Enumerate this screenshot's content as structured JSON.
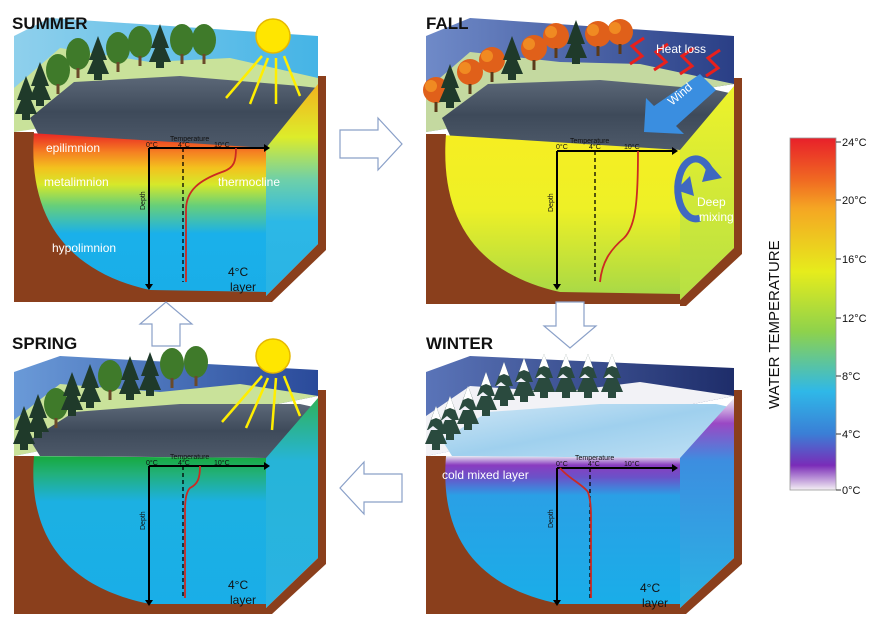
{
  "panels": {
    "summer": {
      "title": "SUMMER",
      "labels": {
        "epilimnion": "epilimnion",
        "metalimnion": "metalimnion",
        "thermocline": "thermocline",
        "hypolimnion": "hypolimnion",
        "layer_temp": "4°C",
        "layer_word": "layer"
      }
    },
    "fall": {
      "title": "FALL",
      "labels": {
        "heat_loss": "Heat loss",
        "wind": "Wind",
        "deep": "Deep",
        "mixing": "mixing"
      }
    },
    "spring": {
      "title": "SPRING",
      "labels": {
        "layer_temp": "4°C",
        "layer_word": "layer"
      }
    },
    "winter": {
      "title": "WINTER",
      "labels": {
        "cold_mixed": "cold mixed layer",
        "layer_temp": "4°C",
        "layer_word": "layer"
      }
    }
  },
  "axes": {
    "temperature": "Temperature",
    "depth": "Depth",
    "ticks": [
      "0°C",
      "4°C",
      "10°C"
    ]
  },
  "legend": {
    "title": "WATER TEMPERATURE",
    "ticks": [
      "24°C",
      "20°C",
      "16°C",
      "12°C",
      "8°C",
      "4°C",
      "0°C"
    ],
    "colors": [
      "#e8202a",
      "#f5a623",
      "#e6ec1c",
      "#8ed24c",
      "#2fb8e8",
      "#3a7fd6",
      "#7a2cb8",
      "#f4f0f4"
    ]
  },
  "colors": {
    "water_blue": "#1ab0ea",
    "soil": "#8a3f1c",
    "sky": "#2a5fb0",
    "lake_surface": "#4a5868",
    "profile_line": "#cc2a22",
    "sun": "#ffe600",
    "arrow_fill": "#ffffff"
  }
}
